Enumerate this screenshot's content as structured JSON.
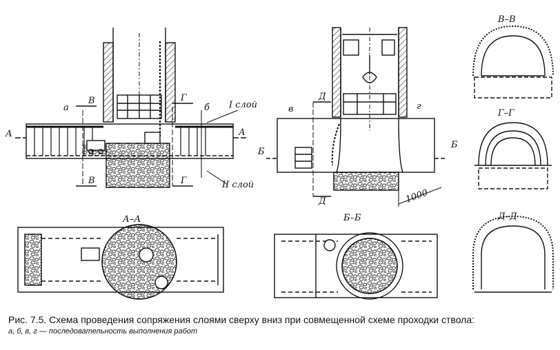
{
  "labels": {
    "a": "а",
    "b": "б",
    "v": "в",
    "g": "г",
    "A": "А",
    "B": "Б",
    "V": "В",
    "G": "Г",
    "D": "Д",
    "layer1": "I слой",
    "layer2": "II слой",
    "dim1000": "1000"
  },
  "sections": {
    "VV": "В–В",
    "GG": "Г–Г",
    "DD": "Д–Д",
    "AA": "А–А",
    "BB": "Б–Б"
  },
  "caption": {
    "main": "Рис. 7.5. Схема проведения сопряжения слоями сверху вниз при совмещенной схеме проходки ствола:",
    "sub": "а, б, в, г — последовательность выполнения работ"
  }
}
